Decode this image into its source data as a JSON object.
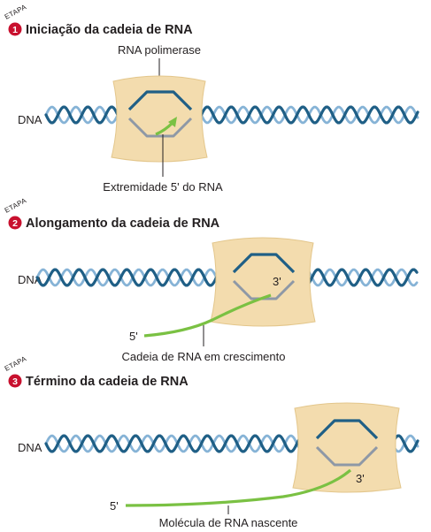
{
  "colors": {
    "strand_dark": "#1f5f86",
    "strand_light": "#86b3d6",
    "template_strand": "#8e98a6",
    "enzyme": "#f3dcae",
    "enzyme_edge": "#e3c68b",
    "rna": "#7ac143",
    "stage_badge": "#c8102e",
    "leader": "#231f20"
  },
  "stages": [
    {
      "etapa": "ETAPA",
      "number": "1",
      "title": "Iniciação da cadeia de RNA",
      "dna_label": "DNA",
      "top_label": "RNA polimerase",
      "bottom_label": "Extremidade 5' do RNA"
    },
    {
      "etapa": "ETAPA",
      "number": "2",
      "title": "Alongamento da cadeia de RNA",
      "dna_label": "DNA",
      "three_prime": "3'",
      "five_prime": "5'",
      "bottom_label": "Cadeia de RNA em crescimento"
    },
    {
      "etapa": "ETAPA",
      "number": "3",
      "title": "Término da cadeia de RNA",
      "dna_label": "DNA",
      "three_prime": "3'",
      "five_prime": "5'",
      "bottom_label": "Molécula de RNA nascente"
    }
  ]
}
